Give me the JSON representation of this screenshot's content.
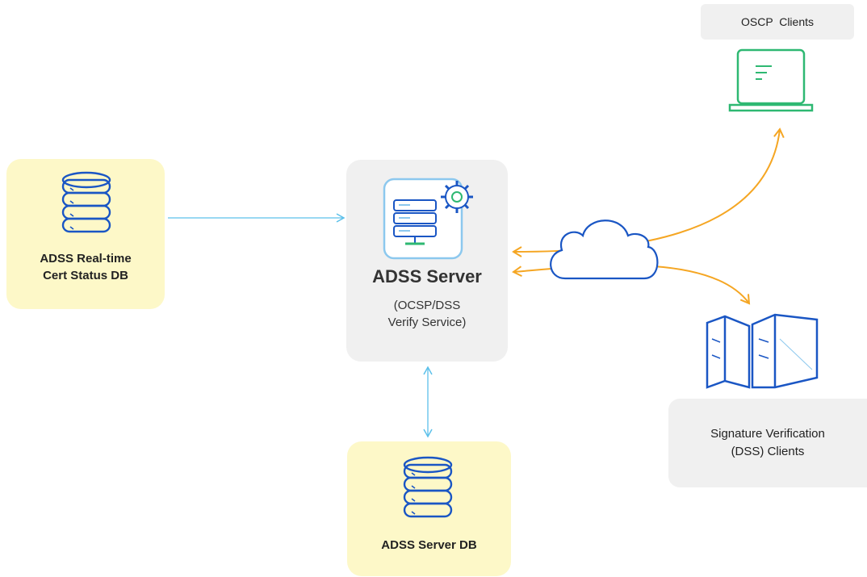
{
  "colors": {
    "db_box": "#fdf8c8",
    "server_box": "#f0f0f0",
    "client_label_box": "#f0f0f0",
    "icon_blue": "#1a56c4",
    "laptop_green": "#2eb872",
    "arrow_light_blue": "#5cc0ea",
    "arrow_orange": "#f5a623"
  },
  "realtime_db": {
    "line1": "ADSS Real-time",
    "line2": "Cert Status DB",
    "icon": "database-icon"
  },
  "server": {
    "title": "ADSS Server",
    "sub1": "(OCSP/DSS",
    "sub2": "Verify Service)",
    "icon": "server-gear-icon"
  },
  "server_db": {
    "label": "ADSS Server DB",
    "icon": "database-icon"
  },
  "oscp_clients": {
    "label": "OSCP  Clients",
    "icon": "laptop-icon"
  },
  "dss_clients": {
    "line1": "Signature Verification",
    "line2": "(DSS) Clients",
    "icon": "server-towers-icon"
  },
  "network": {
    "icon": "cloud-icon"
  }
}
